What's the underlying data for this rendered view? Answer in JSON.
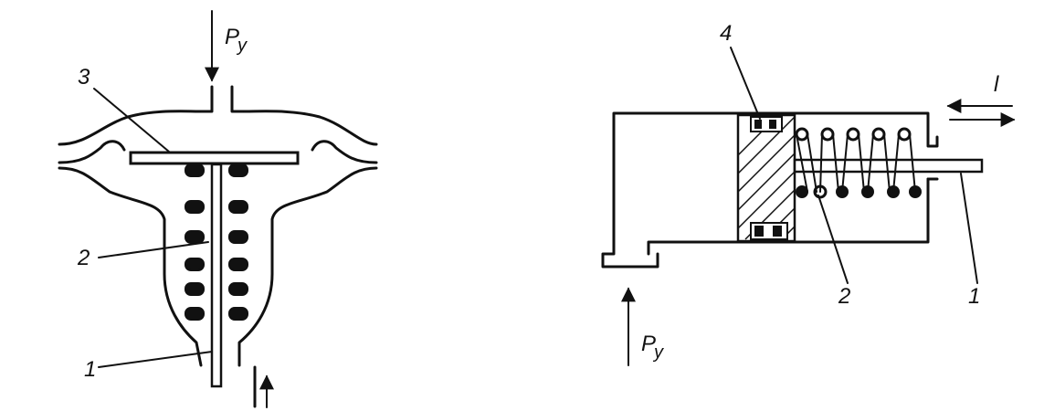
{
  "left_diagram": {
    "pressure_label": "P",
    "pressure_sub": "y",
    "callout_3": "3",
    "callout_2": "2",
    "callout_1": "1"
  },
  "right_diagram": {
    "callout_4": "4",
    "callout_2": "2",
    "callout_1": "1",
    "displacement_label": "l",
    "pressure_label": "P",
    "pressure_sub": "y"
  }
}
